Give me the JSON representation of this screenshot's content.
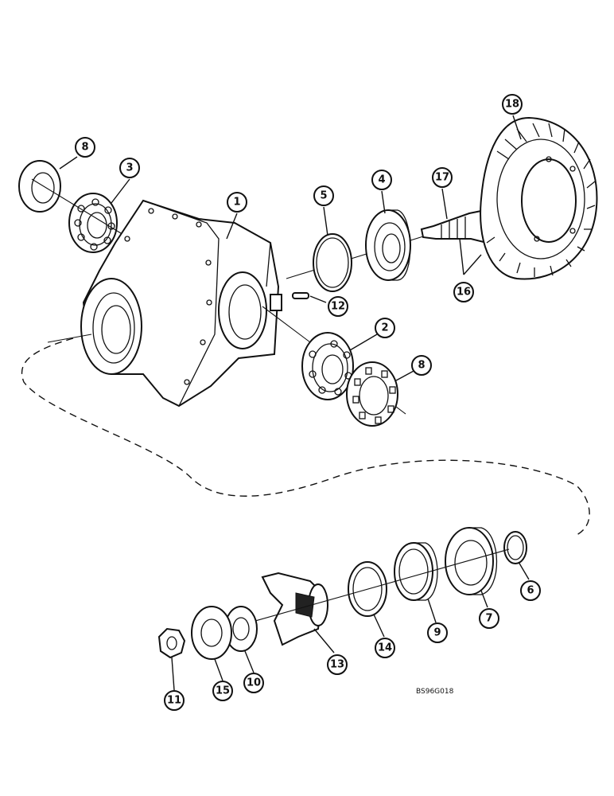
{
  "diagram": {
    "figure_code": "BS96G018",
    "callouts": [
      {
        "id": "c-1",
        "label": "1"
      },
      {
        "id": "c-2",
        "label": "2"
      },
      {
        "id": "c-3",
        "label": "3"
      },
      {
        "id": "c-4",
        "label": "4"
      },
      {
        "id": "c-5",
        "label": "5"
      },
      {
        "id": "c-6",
        "label": "6"
      },
      {
        "id": "c-7",
        "label": "7"
      },
      {
        "id": "c-8a",
        "label": "8"
      },
      {
        "id": "c-8b",
        "label": "8"
      },
      {
        "id": "c-9",
        "label": "9"
      },
      {
        "id": "c-10",
        "label": "10"
      },
      {
        "id": "c-11",
        "label": "11"
      },
      {
        "id": "c-12",
        "label": "12"
      },
      {
        "id": "c-13",
        "label": "13"
      },
      {
        "id": "c-14",
        "label": "14"
      },
      {
        "id": "c-15",
        "label": "15"
      },
      {
        "id": "c-16",
        "label": "16"
      },
      {
        "id": "c-17",
        "label": "17"
      },
      {
        "id": "c-18",
        "label": "18"
      }
    ]
  }
}
